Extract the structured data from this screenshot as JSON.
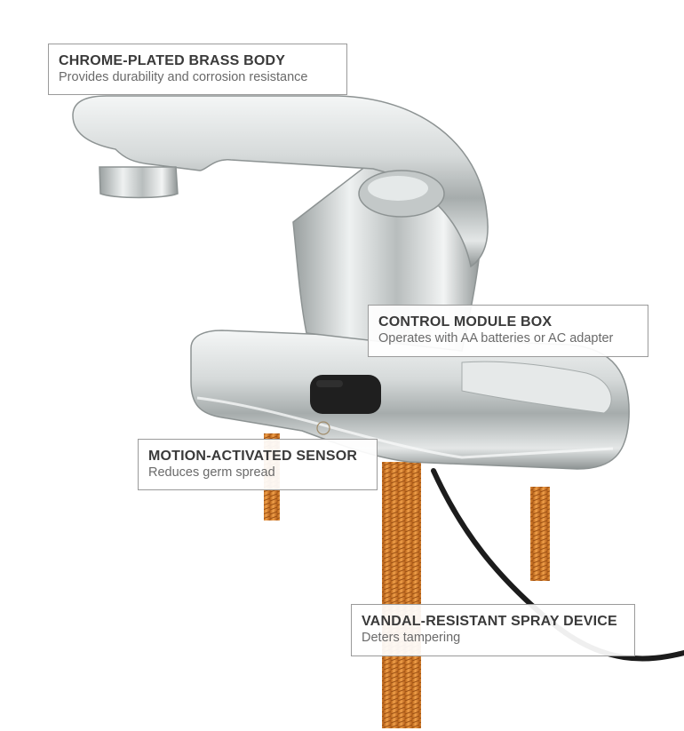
{
  "callouts": [
    {
      "title": "CHROME-PLATED BRASS BODY",
      "description": "Provides durability and corrosion resistance"
    },
    {
      "title": "CONTROL MODULE BOX",
      "description": "Operates with AA batteries or AC adapter"
    },
    {
      "title": "MOTION-ACTIVATED SENSOR",
      "description": "Reduces germ spread"
    },
    {
      "title": "VANDAL-RESISTANT SPRAY DEVICE",
      "description": "Deters tampering"
    }
  ],
  "colors": {
    "chrome": "#d9dcdc",
    "chrome_shadow": "#8f9494",
    "brass_thread": "#e08a2c",
    "sensor_window": "#1f1f1f",
    "hose": "#1c1c1c",
    "callout_border": "#9a9a9a",
    "title_text": "#3a3a3a",
    "description_text": "#6a6a6a"
  }
}
